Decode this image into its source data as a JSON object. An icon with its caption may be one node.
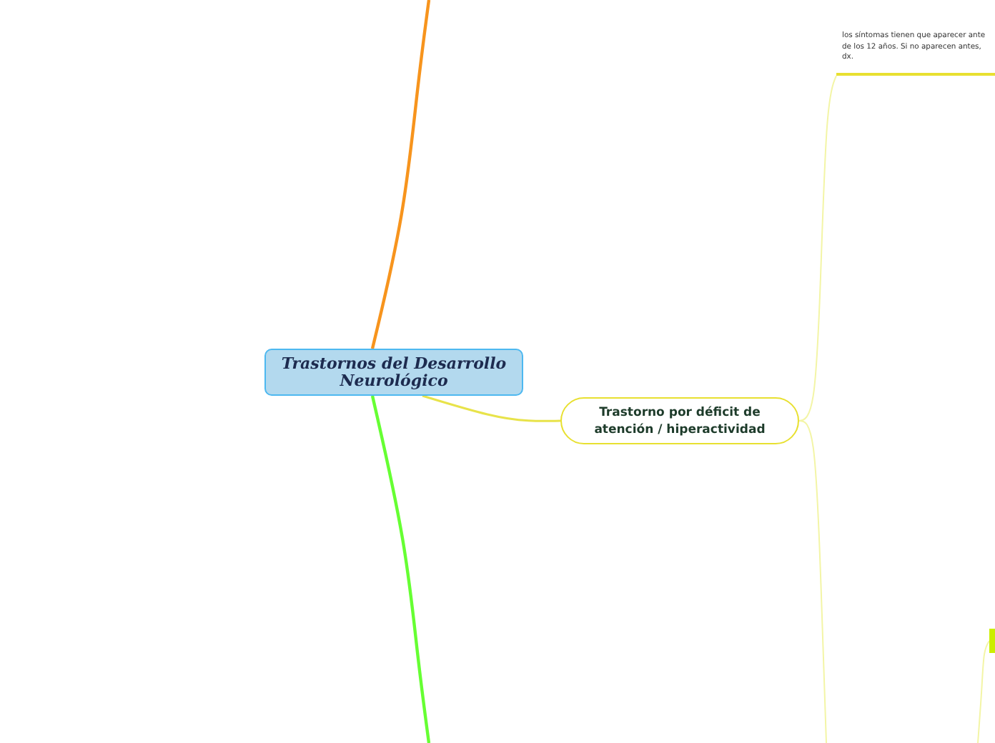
{
  "diagram": {
    "nodes": [
      {
        "text": [
          "Trastornos del Desarrollo Neurológico"
        ]
      },
      {
        "text": [
          "Trastorno por déficit de atención / hiperactividad"
        ]
      },
      {
        "text": [
          "los síntomas tienen que aparecer ante de los 12 años. Si no aparecen antes, dx."
        ]
      },
      {
        "text": [],
        "shape": "bar"
      }
    ],
    "edges": [
      {
        "from": 0,
        "to": null,
        "arrow": "none",
        "color": "#f7941d"
      },
      {
        "from": 0,
        "to": null,
        "arrow": "none",
        "color": "#66ff33"
      },
      {
        "from": 0,
        "to": 1,
        "arrow": "none",
        "color": "#e8e34a"
      },
      {
        "from": 1,
        "to": 2,
        "arrow": "none"
      },
      {
        "from": 1,
        "to": null,
        "arrow": "none"
      },
      {
        "from": null,
        "to": 3,
        "arrow": "none"
      }
    ]
  }
}
